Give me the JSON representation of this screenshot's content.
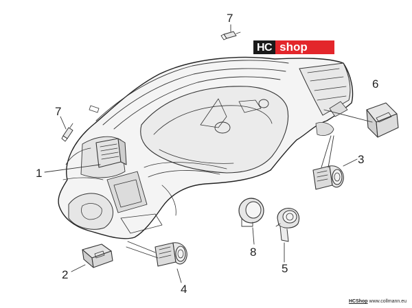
{
  "logo": {
    "part_a": "HC",
    "part_b": "shop"
  },
  "callouts": {
    "c1": "1",
    "c2": "2",
    "c3": "3",
    "c4": "4",
    "c5": "5",
    "c6": "6",
    "c7_top": "7",
    "c7_left": "7",
    "c8": "8"
  },
  "watermark": {
    "brand": "HCShop",
    "url": "www.collmann.eu"
  }
}
